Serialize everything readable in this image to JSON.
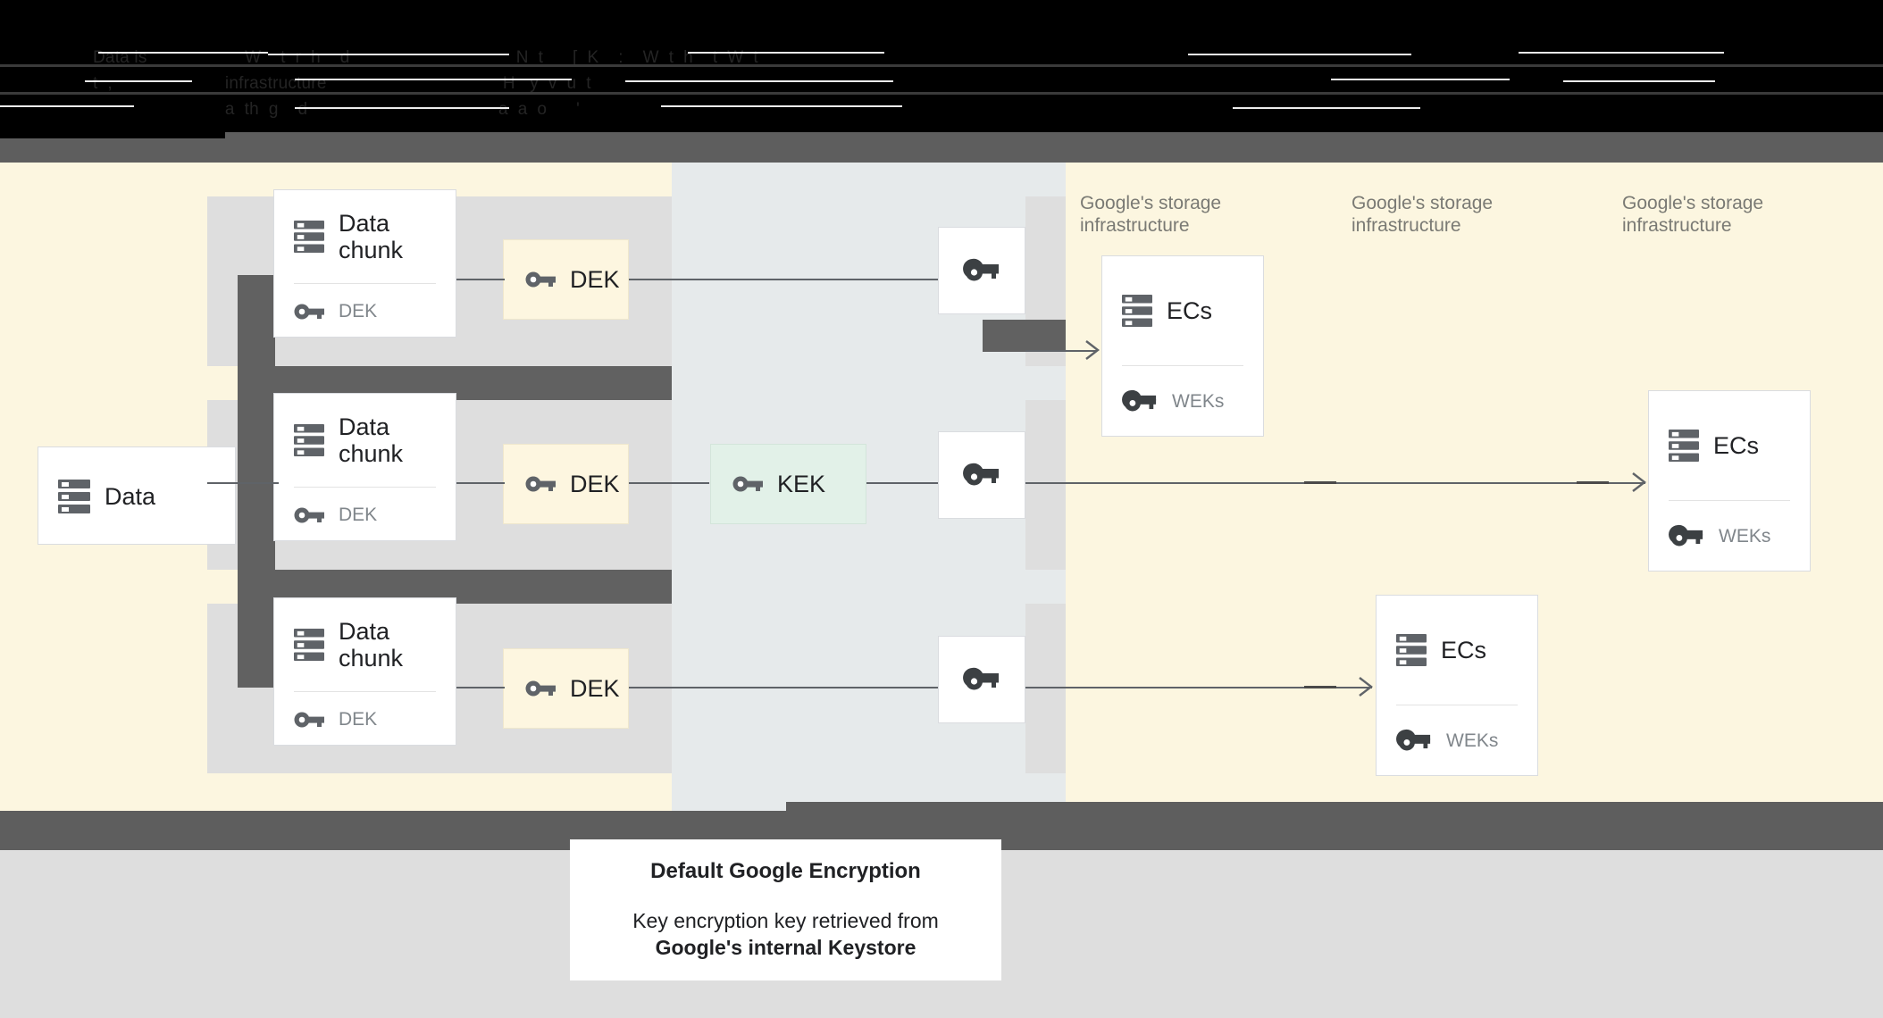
{
  "header": {
    "obscured": true,
    "note": "Header text is rendered near-black on black with white strike-through rules and is illegible in the source pixels.",
    "lines": [
      "Data is                    W    t  r  h    d                                  N  t      [  K    :    W  t  h    t  W  t",
      "t  ,                       infrastructure                                    H   y  v  u  t",
      "                           a  th  g    d                                       a  a  o      '"
    ]
  },
  "diagram": {
    "source_card": {
      "icon": "server-stack-icon",
      "title": "Data"
    },
    "chunks": [
      {
        "icon": "server-stack-icon",
        "title": "Data\nchunk",
        "key_icon": "key-icon",
        "key_label": "DEK"
      },
      {
        "icon": "server-stack-icon",
        "title": "Data\nchunk",
        "key_icon": "key-icon",
        "key_label": "DEK"
      },
      {
        "icon": "server-stack-icon",
        "title": "Data\nchunk",
        "key_icon": "key-icon",
        "key_label": "DEK"
      }
    ],
    "dek_boxes": [
      {
        "icon": "key-icon",
        "label": "DEK",
        "color": "#fdf6e0"
      },
      {
        "icon": "key-icon",
        "label": "DEK",
        "color": "#fdf6e0"
      },
      {
        "icon": "key-icon",
        "label": "DEK",
        "color": "#fdf6e0"
      }
    ],
    "kek_box": {
      "icon": "key-icon",
      "label": "KEK",
      "color": "#e2f1e8"
    },
    "wrapped_keys": [
      {
        "icon": "wrapped-key-icon"
      },
      {
        "icon": "wrapped-key-icon"
      },
      {
        "icon": "wrapped-key-icon"
      }
    ],
    "infra_labels": [
      "Google's storage\ninfrastructure",
      "Google's storage\ninfrastructure",
      "Google's storage\ninfrastructure"
    ],
    "ec_cards": [
      {
        "icon": "server-stack-icon",
        "title": "ECs",
        "key_icon": "wrapped-key-icon",
        "key_label": "WEKs"
      },
      {
        "icon": "server-stack-icon",
        "title": "ECs",
        "key_icon": "wrapped-key-icon",
        "key_label": "WEKs"
      },
      {
        "icon": "server-stack-icon",
        "title": "ECs",
        "key_icon": "wrapped-key-icon",
        "key_label": "WEKs"
      }
    ]
  },
  "caption": {
    "title": "Default Google Encryption",
    "body_prefix": "Key encryption key retrieved from",
    "body_strong": "Google's internal Keystore"
  },
  "colors": {
    "cream": "#fcf6e0",
    "kek_band": "#e6eaeb",
    "dek_fill": "#fdf6e0",
    "kek_fill": "#e2f1e8",
    "dark_block": "#616161",
    "rail_grey": "#dedede",
    "footer_grey": "#dedede",
    "line": "#5f6368",
    "muted_text": "#80868b",
    "infra_text": "#7a7a74"
  }
}
